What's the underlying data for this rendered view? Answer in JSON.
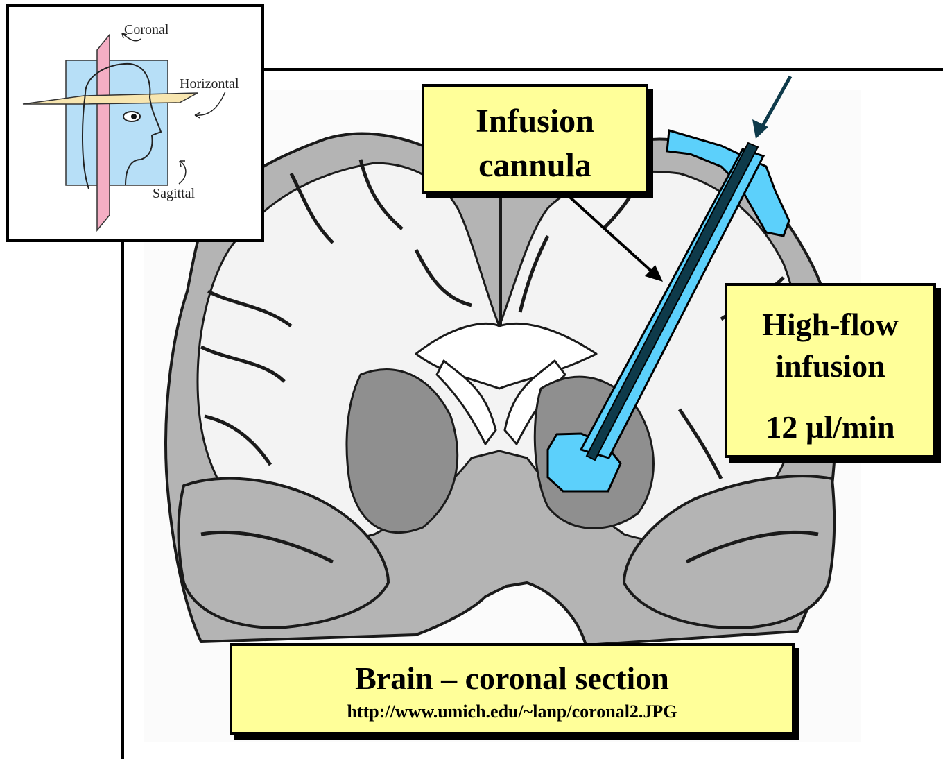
{
  "inset": {
    "labels": {
      "coronal": "Coronal",
      "horizontal": "Horizontal",
      "sagittal": "Sagittal"
    },
    "colors": {
      "coronal_plane": "#f4aec4",
      "sagittal_plane": "#b7dff7",
      "horizontal_plane": "#f8e6b0"
    }
  },
  "callouts": {
    "infusion_cannula": [
      "Infusion",
      "cannula"
    ],
    "high_flow": [
      "High-flow",
      "infusion"
    ],
    "rate": "12 µl/min",
    "caption_title": "Brain – coronal section",
    "caption_url": "http://www.umich.edu/~lanp/coronal2.JPG"
  },
  "colors": {
    "callout_fill": "#ffff99",
    "infusion_fill": "#5cd0fb",
    "cannula": "#0e3a4a",
    "tissue_gray": "#b4b4b4",
    "white_matter": "#f3f3f3"
  }
}
